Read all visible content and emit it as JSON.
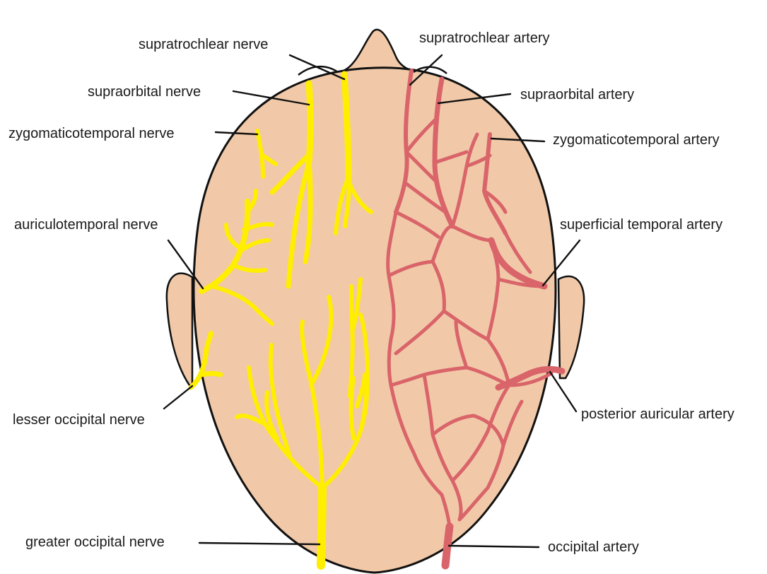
{
  "colors": {
    "skin": "#f1c9a8",
    "outline": "#111111",
    "nerve": "#ffee00",
    "artery": "#d9646a"
  },
  "labels": {
    "supratrochlear_nerve": "supratrochlear nerve",
    "supraorbital_nerve": "supraorbital nerve",
    "zygomaticotemporal_nerve": "zygomaticotemporal nerve",
    "auriculotemporal_nerve": "auriculotemporal nerve",
    "lesser_occipital_nerve": "lesser occipital nerve",
    "greater_occipital_nerve": "greater occipital nerve",
    "supratrochlear_artery": "supratrochlear artery",
    "supraorbital_artery": "supraorbital artery",
    "zygomaticotemporal_artery": "zygomaticotemporal artery",
    "superficial_temporal_artery": "superficial temporal artery",
    "posterior_auricular_artery": "posterior auricular artery",
    "occipital_artery": "occipital artery"
  }
}
